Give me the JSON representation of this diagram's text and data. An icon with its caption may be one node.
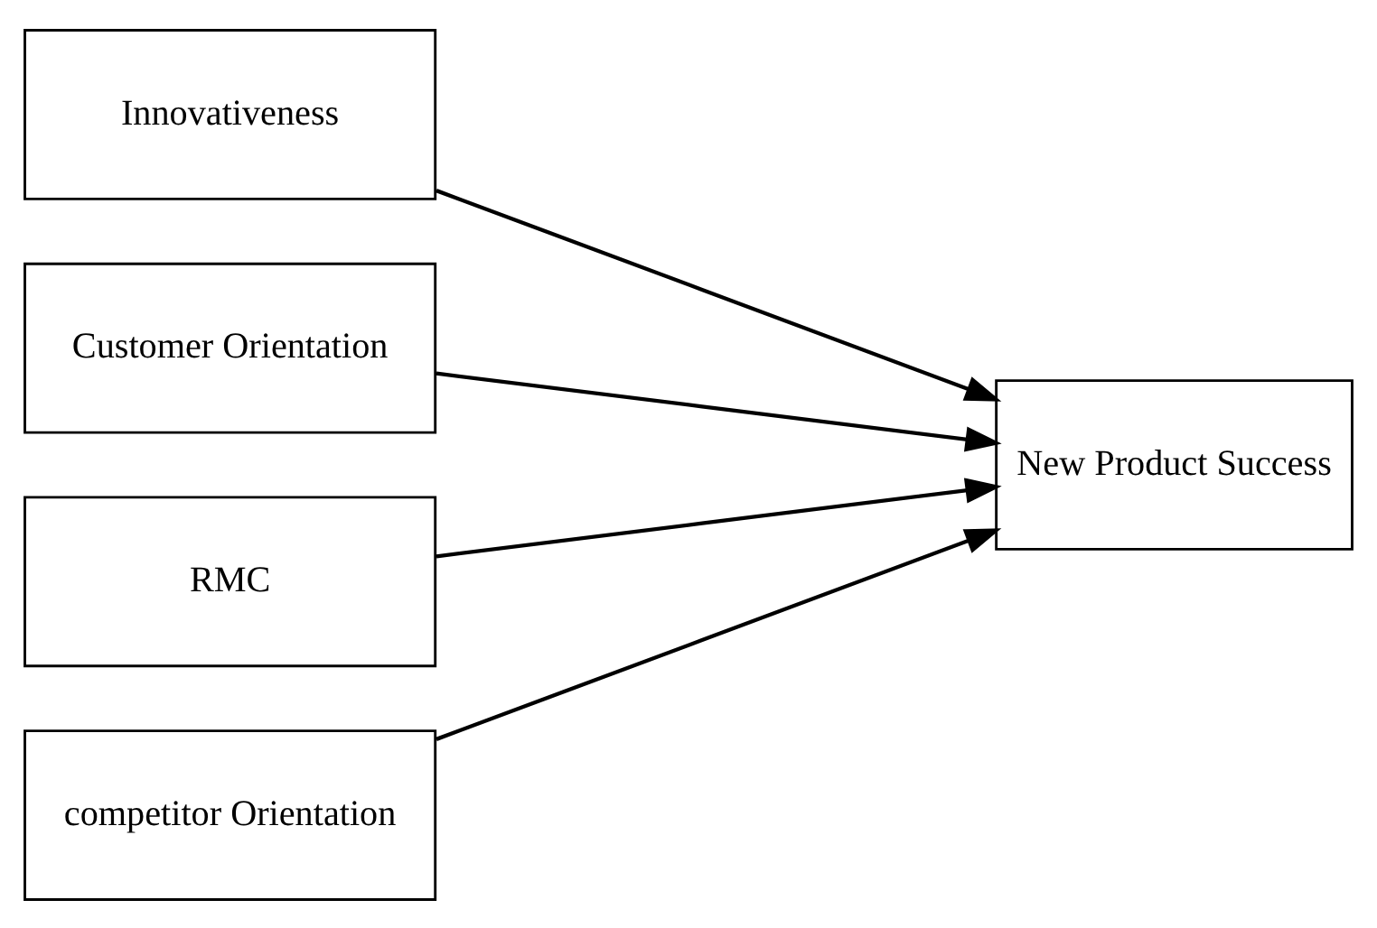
{
  "diagram": {
    "nodes": [
      {
        "text": [
          "Innovativeness"
        ]
      },
      {
        "text": [
          "Customer Orientation"
        ]
      },
      {
        "text": [
          "RMC"
        ]
      },
      {
        "text": [
          "competitor Orientation"
        ]
      },
      {
        "text": [
          "New Product Success"
        ]
      }
    ],
    "edges": [
      {
        "from": 0,
        "to": 4,
        "arrow": "to"
      },
      {
        "from": 1,
        "to": 4,
        "arrow": "to"
      },
      {
        "from": 2,
        "to": 4,
        "arrow": "to"
      },
      {
        "from": 3,
        "to": 4,
        "arrow": "to"
      }
    ]
  }
}
